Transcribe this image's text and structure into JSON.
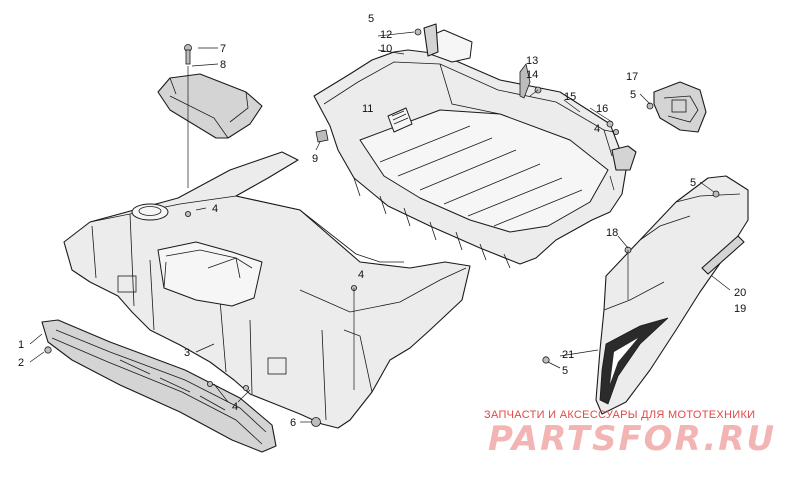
{
  "callouts": [
    {
      "id": "c1",
      "label": "1"
    },
    {
      "id": "c2",
      "label": "2"
    },
    {
      "id": "c3",
      "label": "3"
    },
    {
      "id": "c4a",
      "label": "4"
    },
    {
      "id": "c4b",
      "label": "4"
    },
    {
      "id": "c4c",
      "label": "4"
    },
    {
      "id": "c4d",
      "label": "4"
    },
    {
      "id": "c5a",
      "label": "5"
    },
    {
      "id": "c5b",
      "label": "5"
    },
    {
      "id": "c5c",
      "label": "5"
    },
    {
      "id": "c5d",
      "label": "5"
    },
    {
      "id": "c6",
      "label": "6"
    },
    {
      "id": "c7",
      "label": "7"
    },
    {
      "id": "c8",
      "label": "8"
    },
    {
      "id": "c9",
      "label": "9"
    },
    {
      "id": "c10",
      "label": "10"
    },
    {
      "id": "c11",
      "label": "11"
    },
    {
      "id": "c12",
      "label": "12"
    },
    {
      "id": "c13",
      "label": "13"
    },
    {
      "id": "c14",
      "label": "14"
    },
    {
      "id": "c15",
      "label": "15"
    },
    {
      "id": "c16",
      "label": "16"
    },
    {
      "id": "c17",
      "label": "17"
    },
    {
      "id": "c18",
      "label": "18"
    },
    {
      "id": "c19",
      "label": "19"
    },
    {
      "id": "c20",
      "label": "20"
    },
    {
      "id": "c21",
      "label": "21"
    }
  ],
  "watermark": {
    "caption": "ЗАПЧАСТИ И АКСЕССУАРЫ ДЛЯ МОТОТЕХНИКИ",
    "logo": "PARTSFOR.RU"
  },
  "colors": {
    "line": "#1a1a1a",
    "part_fill": "#ececec",
    "watermark_caption": "#e04848",
    "watermark_logo": "#f3b4b4"
  }
}
